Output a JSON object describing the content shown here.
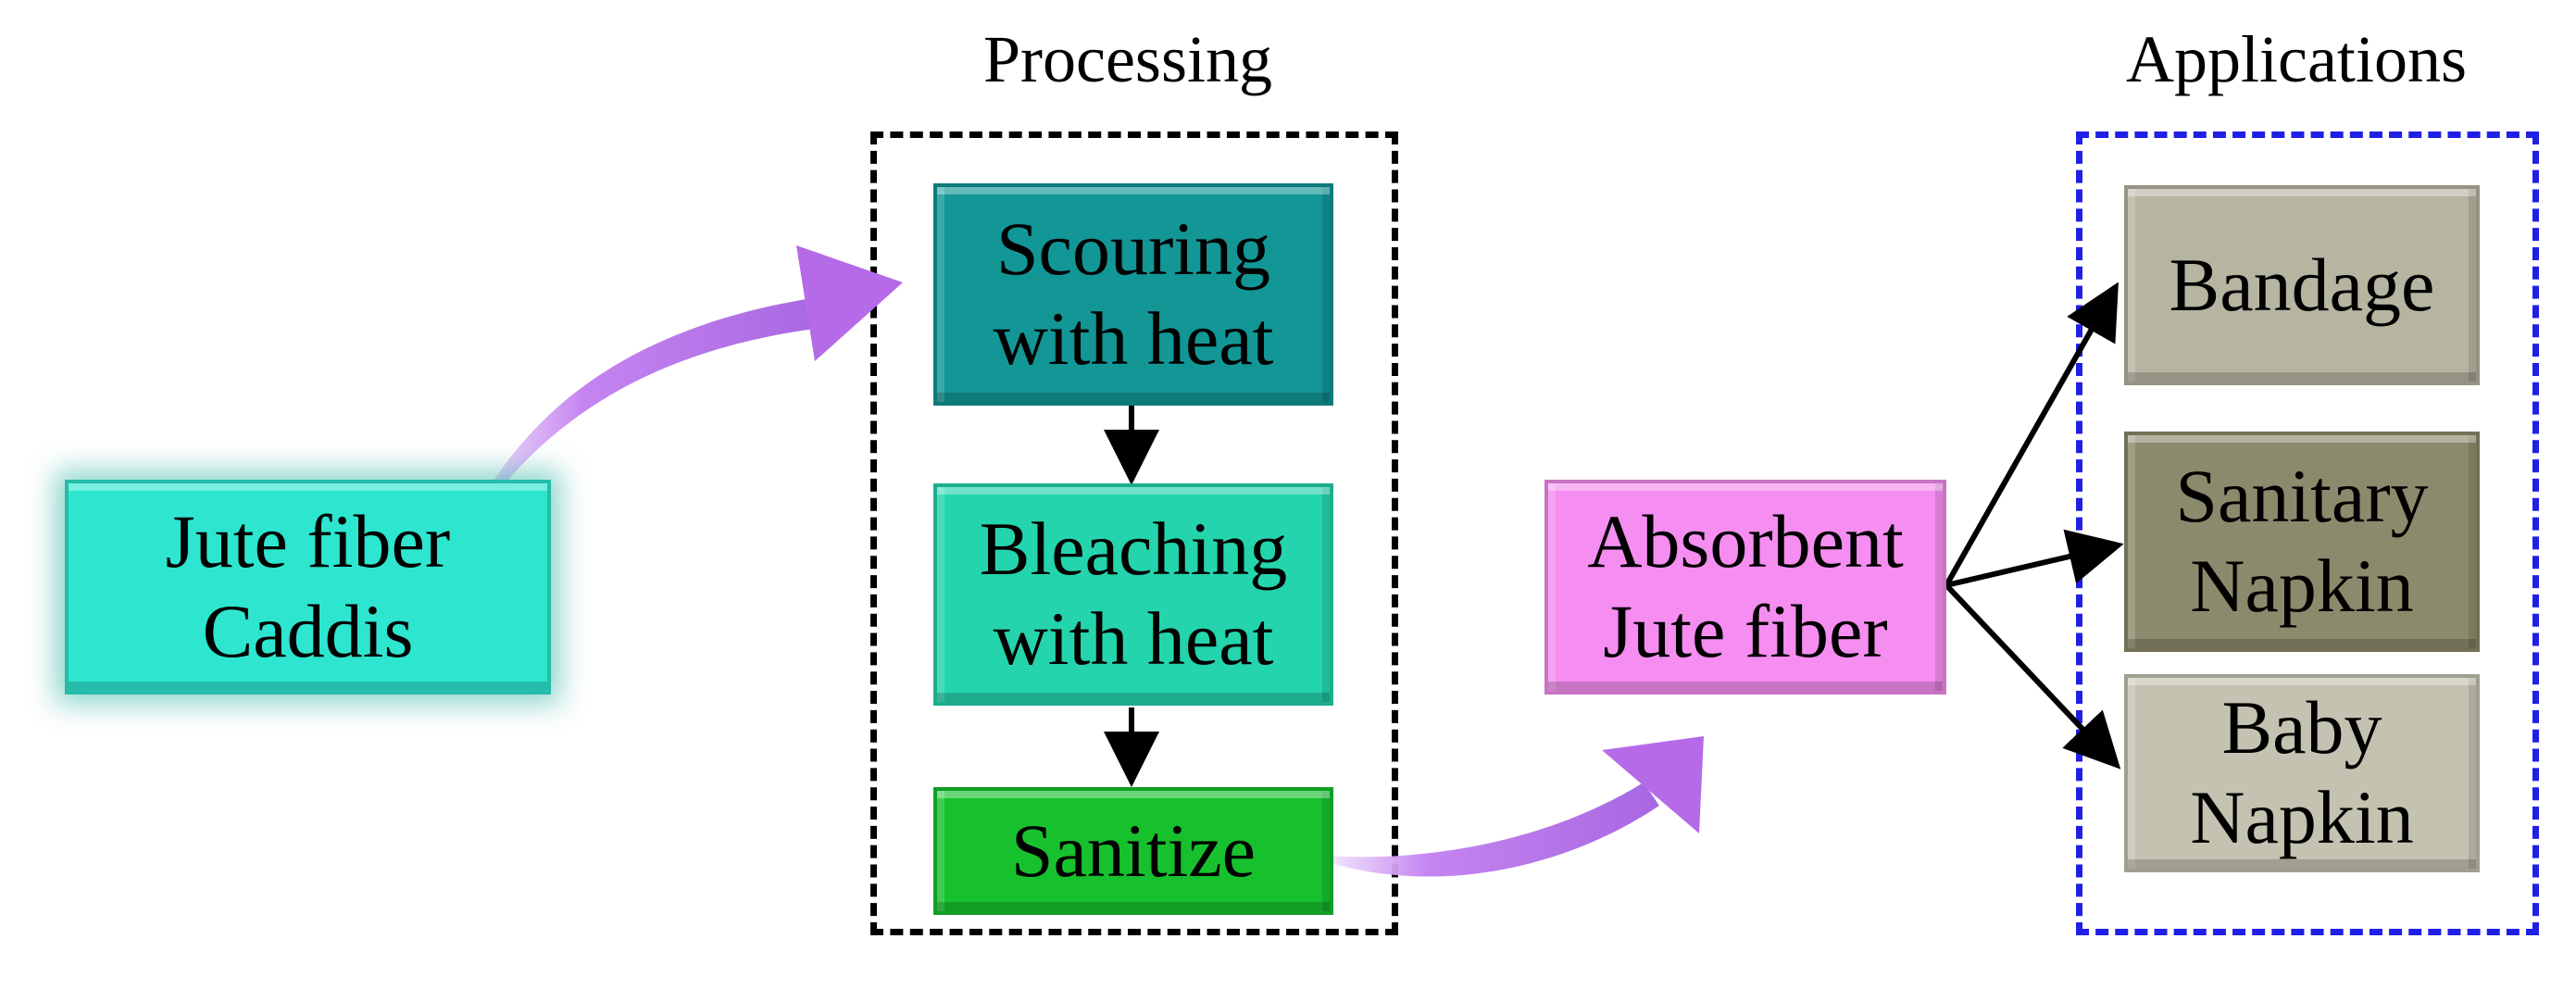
{
  "headings": {
    "processing": "Processing",
    "applications": "Applications"
  },
  "source": {
    "line1": "Jute fiber",
    "line2": "Caddis",
    "color": "#2ee6cf"
  },
  "processing_steps": [
    {
      "line1": "Scouring",
      "line2": "with heat",
      "color": "#129696"
    },
    {
      "line1": "Bleaching",
      "line2": "with heat",
      "color": "#24d4ad"
    },
    {
      "line1": "Sanitize",
      "line2": "",
      "color": "#17c12e"
    }
  ],
  "product": {
    "line1": "Absorbent",
    "line2": "Jute fiber",
    "color": "#f58ef0"
  },
  "applications": [
    {
      "line1": "Bandage",
      "line2": "",
      "color": "#b6b5a2"
    },
    {
      "line1": "Sanitary",
      "line2": "Napkin",
      "color": "#8c8a6c"
    },
    {
      "line1": "Baby",
      "line2": "Napkin",
      "color": "#c4c3b1"
    }
  ],
  "colors": {
    "curved_arrow": "#c27ef0",
    "processing_frame": "#000000",
    "applications_frame": "#1f1fe6"
  }
}
